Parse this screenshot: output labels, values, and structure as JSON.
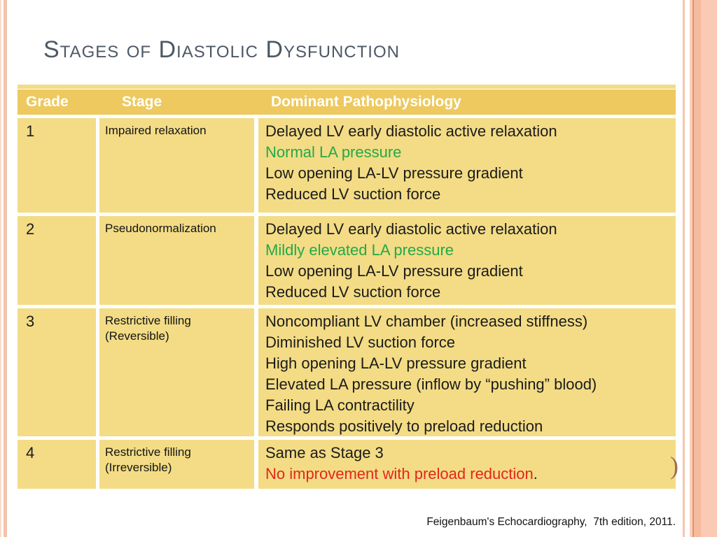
{
  "slide": {
    "title": "Stages of Diastolic Dysfunction",
    "citation": "Feigenbaum's Echocardiography,  7th edition, 2011.",
    "decoration": {
      "paren_glyph": ")"
    }
  },
  "colors": {
    "title_text": "#4d5866",
    "header_bg": "#edc95f",
    "header_text": "#ffffff",
    "cell_bg": "#f3dc85",
    "body_text": "#1b1b1b",
    "green_text": "#22a94b",
    "red_text": "#e3261c",
    "edge_stripe_pink": "#f5c6ae",
    "edge_band_pink": "#fbcab4",
    "edge_band_line": "#dc9569"
  },
  "table": {
    "headers": {
      "grade": "Grade",
      "stage": "Stage",
      "patho": "Dominant Pathophysiology"
    },
    "rows": [
      {
        "grade": "1",
        "stage": "Impaired relaxation",
        "lines": [
          {
            "text": "Delayed LV early diastolic active relaxation",
            "color": "black"
          },
          {
            "text": "Normal LA pressure",
            "color": "green"
          },
          {
            "text": "Low opening LA-LV pressure gradient",
            "color": "black"
          },
          {
            "text": "Reduced LV suction force",
            "color": "black"
          }
        ]
      },
      {
        "grade": "2",
        "stage": "Pseudonormalization",
        "lines": [
          {
            "text": "Delayed LV early diastolic active relaxation",
            "color": "black"
          },
          {
            "text": "Mildly elevated LA pressure",
            "color": "green"
          },
          {
            "text": "Low opening LA-LV pressure gradient",
            "color": "black"
          },
          {
            "text": "Reduced LV suction force",
            "color": "black"
          }
        ]
      },
      {
        "grade": "3",
        "stage": "Restrictive filling",
        "stage2": "(Reversible)",
        "lines": [
          {
            "text": "Noncompliant LV chamber (increased stiffness)",
            "color": "black"
          },
          {
            "text": "Diminished LV suction force",
            "color": "black"
          },
          {
            "text": "High opening LA-LV pressure gradient",
            "color": "black"
          },
          {
            "text": "Elevated LA pressure (inflow by “pushing” blood)",
            "color": "black"
          },
          {
            "text": "Failing LA contractility",
            "color": "black"
          },
          {
            "text": "Responds positively to preload reduction",
            "color": "black"
          }
        ]
      },
      {
        "grade": "4",
        "stage": "Restrictive filling",
        "stage2": "(Irreversible)",
        "lines": [
          {
            "text": "Same as Stage 3",
            "color": "black"
          },
          {
            "text": "No improvement with preload reduction",
            "color": "red",
            "suffix": "."
          }
        ]
      }
    ]
  }
}
